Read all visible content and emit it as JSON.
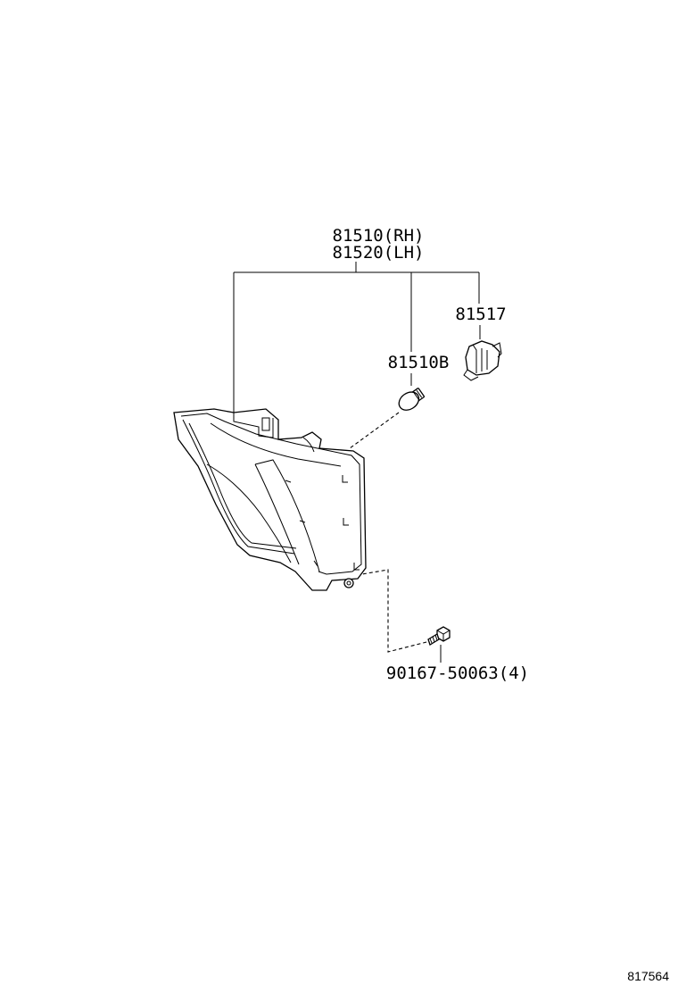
{
  "labels": {
    "assembly_rh": "81510(RH)",
    "assembly_lh": "81520(LH)",
    "socket": "81517",
    "bulb": "81510B",
    "screw": "90167-50063(4)",
    "diagram_id": "817564"
  }
}
